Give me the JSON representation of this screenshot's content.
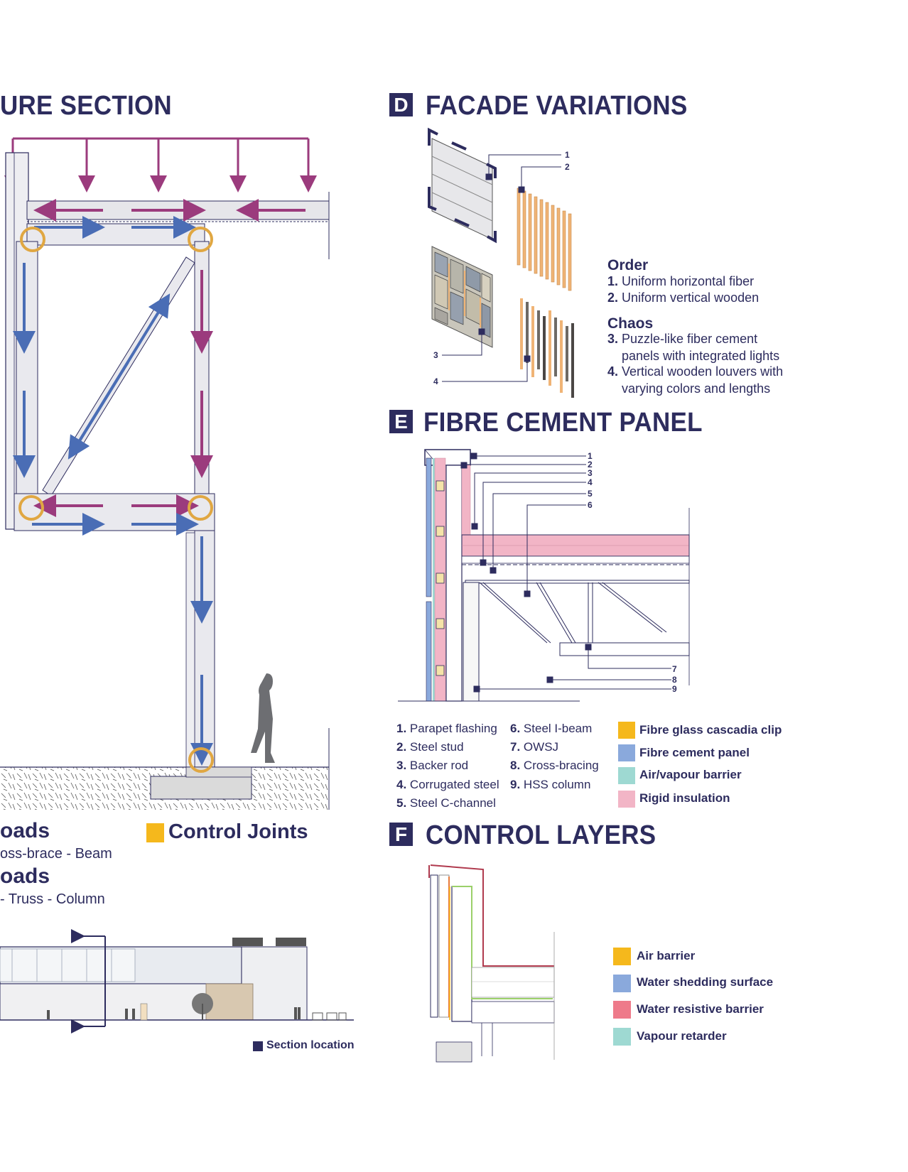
{
  "section_c": {
    "title_partial": "URE SECTION",
    "legend": {
      "loads1_partial": "oads",
      "loads1_sub_partial": "oss-brace - Beam",
      "loads2_partial": "oads",
      "loads2_sub_partial": "- Truss - Column",
      "control_joints": "Control Joints",
      "control_joints_color": "#f5b81c"
    },
    "section_location": "Section location"
  },
  "section_d": {
    "letter": "D",
    "title": "FACADE VARIATIONS",
    "callouts": [
      "1",
      "2",
      "3",
      "4"
    ],
    "order_heading": "Order",
    "order_items": [
      {
        "num": "1.",
        "text": "Uniform horizontal fiber"
      },
      {
        "num": "2.",
        "text": "Uniform vertical wooden"
      }
    ],
    "chaos_heading": "Chaos",
    "chaos_items": [
      {
        "num": "3.",
        "line1": "Puzzle-like fiber cement",
        "line2": "panels with integrated lights"
      },
      {
        "num": "4.",
        "line1": "Vertical wooden louvers with",
        "line2": "varying colors and lengths"
      }
    ]
  },
  "section_e": {
    "letter": "E",
    "title": "FIBRE CEMENT PANEL",
    "callouts": [
      "1",
      "2",
      "3",
      "4",
      "5",
      "6",
      "7",
      "8",
      "9"
    ],
    "components_col1": [
      {
        "num": "1.",
        "text": "Parapet flashing"
      },
      {
        "num": "2.",
        "text": "Steel stud"
      },
      {
        "num": "3.",
        "text": "Backer rod"
      },
      {
        "num": "4.",
        "text": "Corrugated steel"
      },
      {
        "num": "5.",
        "text": "Steel C-channel"
      }
    ],
    "components_col2": [
      {
        "num": "6.",
        "text": "Steel I-beam"
      },
      {
        "num": "7.",
        "text": "OWSJ"
      },
      {
        "num": "8.",
        "text": "Cross-bracing"
      },
      {
        "num": "9.",
        "text": "HSS column"
      }
    ],
    "legend": [
      {
        "label": "Fibre glass cascadia clip",
        "color": "#f5b81c"
      },
      {
        "label": "Fibre cement panel",
        "color": "#8aa9dc"
      },
      {
        "label": "Air/vapour barrier",
        "color": "#9ed9d2"
      },
      {
        "label": "Rigid insulation",
        "color": "#f2b5c6"
      }
    ]
  },
  "section_f": {
    "letter": "F",
    "title": "CONTROL LAYERS",
    "legend": [
      {
        "label": "Air barrier",
        "color": "#f5b81c"
      },
      {
        "label": "Water shedding surface",
        "color": "#8aa9dc"
      },
      {
        "label": "Water resistive barrier",
        "color": "#ee7a8a"
      },
      {
        "label": "Vapour retarder",
        "color": "#9ed9d2"
      }
    ]
  },
  "colors": {
    "navy": "#2d2c5e",
    "load_magenta": "#9b3b7d",
    "load_blue": "#4a6db5",
    "joint_orange": "#e0a742"
  }
}
